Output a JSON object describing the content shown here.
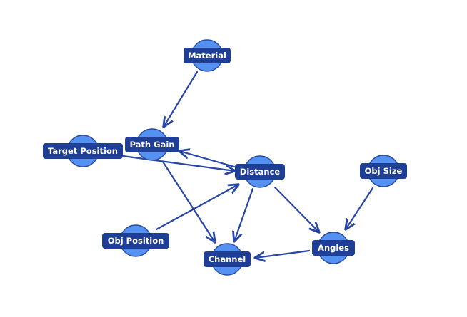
{
  "diagram": {
    "colors": {
      "node_fill": "#5591f0",
      "node_stroke": "#2b4ea3",
      "label_fill": "#1f3e96",
      "label_text": "#ffffff",
      "edge": "#2846a8"
    },
    "nodes": [
      {
        "id": "material",
        "label": "Material"
      },
      {
        "id": "path_gain",
        "label": "Path Gain"
      },
      {
        "id": "target_position",
        "label": "Target Position"
      },
      {
        "id": "distance",
        "label": "Distance"
      },
      {
        "id": "obj_size",
        "label": "Obj Size"
      },
      {
        "id": "obj_position",
        "label": "Obj Position"
      },
      {
        "id": "channel",
        "label": "Channel"
      },
      {
        "id": "angles",
        "label": "Angles"
      }
    ],
    "edges": [
      {
        "from": "material",
        "to": "path_gain"
      },
      {
        "from": "target_position",
        "to": "distance"
      },
      {
        "from": "distance",
        "to": "path_gain"
      },
      {
        "from": "path_gain",
        "to": "channel"
      },
      {
        "from": "obj_position",
        "to": "distance"
      },
      {
        "from": "distance",
        "to": "channel"
      },
      {
        "from": "distance",
        "to": "angles"
      },
      {
        "from": "obj_size",
        "to": "angles"
      },
      {
        "from": "angles",
        "to": "channel"
      }
    ]
  }
}
